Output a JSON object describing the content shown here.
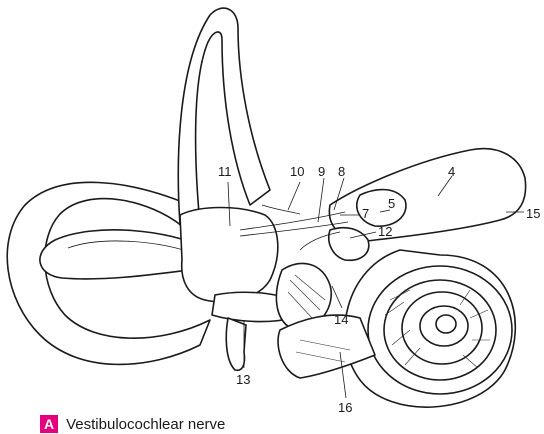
{
  "figure": {
    "caption_badge": "A",
    "caption_text": "Vestibulocochlear nerve",
    "callouts": [
      {
        "id": "4",
        "text": "4"
      },
      {
        "id": "5",
        "text": "5"
      },
      {
        "id": "7",
        "text": "7"
      },
      {
        "id": "8",
        "text": "8"
      },
      {
        "id": "9",
        "text": "9"
      },
      {
        "id": "10",
        "text": "10"
      },
      {
        "id": "11",
        "text": "11"
      },
      {
        "id": "12",
        "text": "12"
      },
      {
        "id": "13",
        "text": "13"
      },
      {
        "id": "14",
        "text": "14"
      },
      {
        "id": "15",
        "text": "15"
      },
      {
        "id": "16",
        "text": "16"
      }
    ]
  },
  "colors": {
    "badge": "#e4007c",
    "ink": "#1a1a1a",
    "background": "#ffffff"
  }
}
